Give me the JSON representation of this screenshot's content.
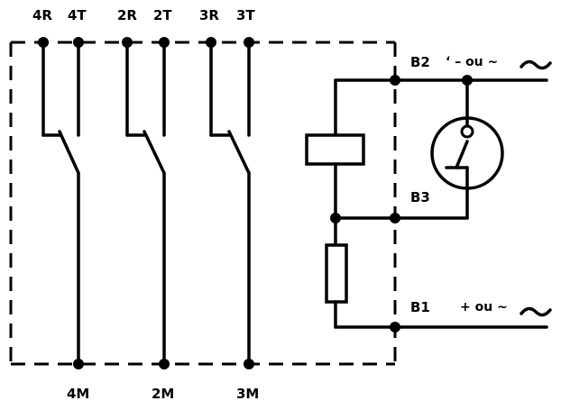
{
  "relays": [
    {
      "labels": [
        "4R",
        "4T"
      ],
      "bottom": "4M"
    },
    {
      "labels": [
        "2R",
        "2T"
      ],
      "bottom": "2M"
    },
    {
      "labels": [
        "3R",
        "3T"
      ],
      "bottom": "3M"
    }
  ],
  "terminals": {
    "b2": "B2",
    "b2_symbol": "‘ – ou ~",
    "b3": "B3",
    "b1": "B1",
    "b1_symbol": "+ ou ~"
  }
}
